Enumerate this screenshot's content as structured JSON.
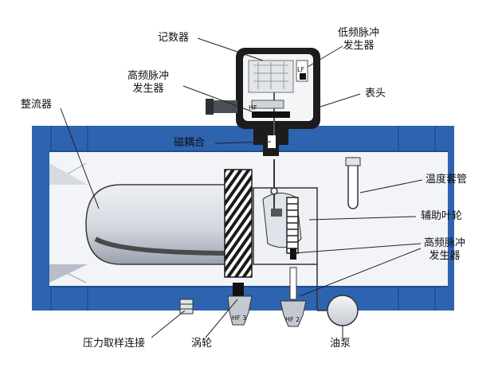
{
  "labels": {
    "counter": "记数器",
    "lf_pulse_line1": "低频脉冲",
    "lf_pulse_line2": "发生器",
    "hf_pulse_top_line1": "高频脉冲",
    "hf_pulse_top_line2": "发生器",
    "meter_head": "表头",
    "rectifier": "整流器",
    "magnetic_coupling": "磁耦合",
    "temp_sleeve": "温度套管",
    "aux_impeller": "辅助叶轮",
    "hf_pulse_right_line1": "高频脉冲",
    "hf_pulse_right_line2": "发生器",
    "pressure_tap": "压力取样连接",
    "turbine": "涡轮",
    "oil_pump": "油泵"
  },
  "markers": {
    "lf": "LF",
    "hf": "HF",
    "hf3": "HF 3",
    "hf2": "HF 2"
  },
  "colors": {
    "body_blue": "#2e63b0",
    "inner_light": "#f2f4f8",
    "nose_gray": "#c9ced6",
    "head_dark": "#1c1c1c",
    "line": "#222222"
  }
}
